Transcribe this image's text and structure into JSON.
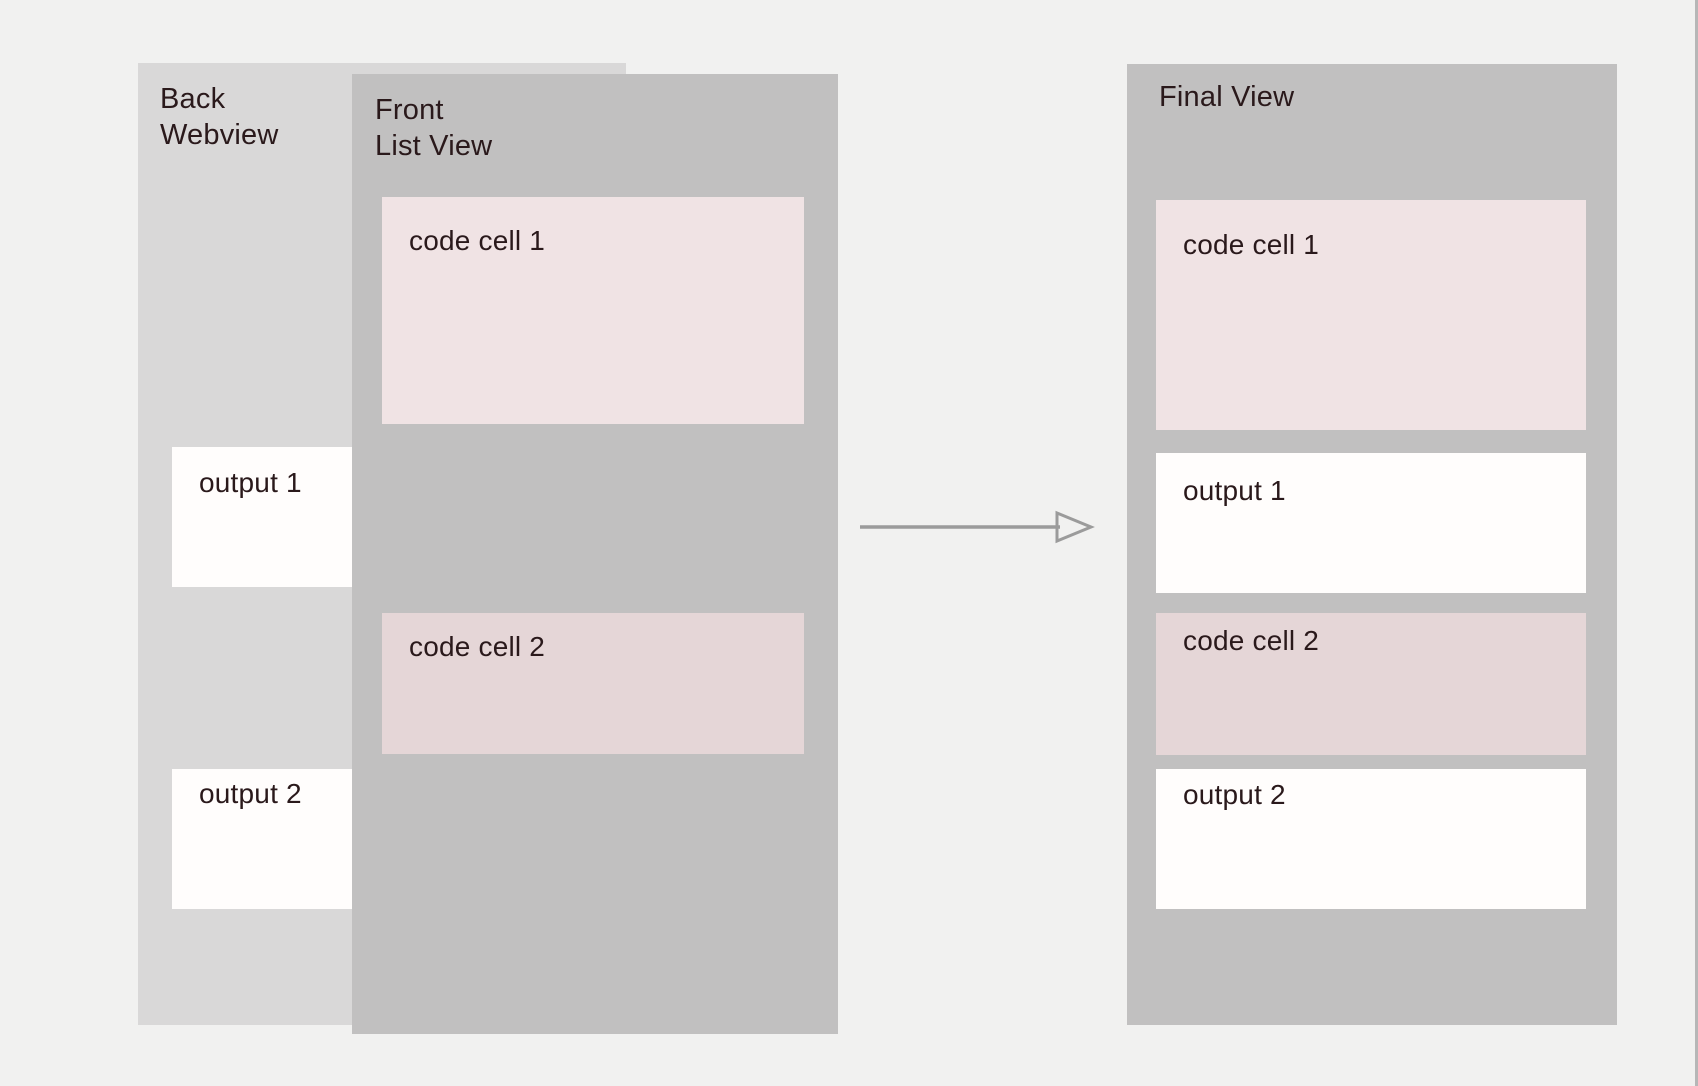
{
  "palette": {
    "background": "#f1f1f0",
    "back_panel_gray": "#d9d8d8",
    "panel_gray": "#c1c0c0",
    "code_cell_1_pink": "#f0e3e4",
    "code_cell_2_pink": "#e5d6d7",
    "output_white": "#fffdfc",
    "text": "#2a191b",
    "arrow": "#9b9b9b"
  },
  "back_panel": {
    "title_line1": "Back",
    "title_line2": "Webview",
    "outputs": [
      {
        "label": "output 1"
      },
      {
        "label": "output 2"
      }
    ]
  },
  "front_panel": {
    "title_line1": "Front",
    "title_line2": "List View",
    "cells": [
      {
        "label": "code cell 1"
      },
      {
        "label": "code cell 2"
      }
    ]
  },
  "arrow": {
    "icon": "right-arrow"
  },
  "final_panel": {
    "title": "Final View",
    "items": [
      {
        "label": "code cell 1",
        "kind": "code"
      },
      {
        "label": "output 1",
        "kind": "output"
      },
      {
        "label": "code cell 2",
        "kind": "code"
      },
      {
        "label": "output 2",
        "kind": "output"
      }
    ]
  }
}
